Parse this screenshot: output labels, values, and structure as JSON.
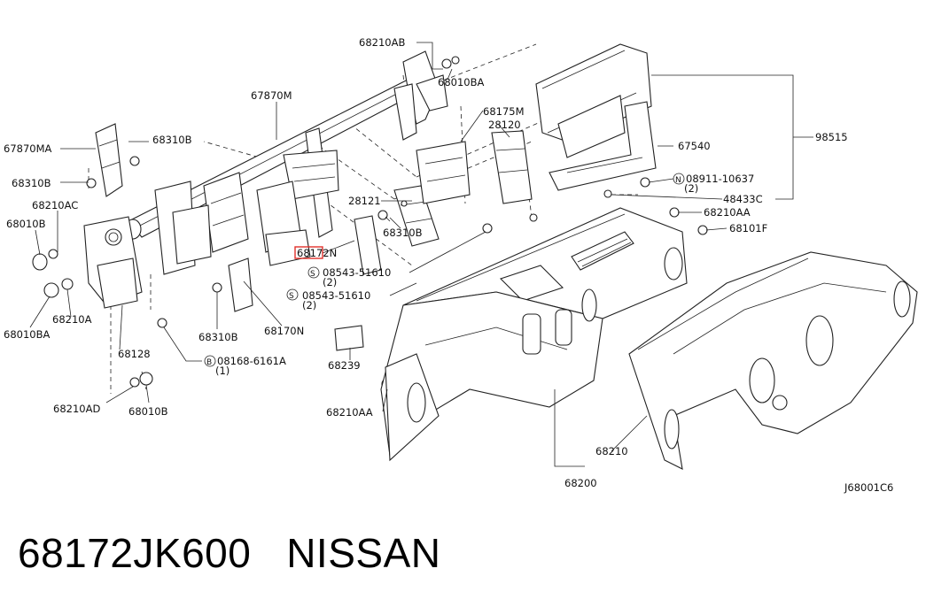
{
  "diagram": {
    "labels": {
      "p68210AB": "68210AB",
      "p68010BA_top": "68010BA",
      "p67870M": "67870M",
      "p67870MA": "67870MA",
      "p68310B_a": "68310B",
      "p68310B_b": "68310B",
      "p68210AC": "68210AC",
      "p68010B_left": "68010B",
      "p68210A": "68210A",
      "p68010BA_left": "68010BA",
      "p68128": "68128",
      "p68210AD": "68210AD",
      "p68010B_bottom": "68010B",
      "p68310B_c": "68310B",
      "p68170N": "68170N",
      "p08168": "08168-6161A",
      "p08168_qty": "(1)",
      "p68175M": "68175M",
      "p28120": "28120",
      "p28121": "28121",
      "p68310B_d": "68310B",
      "p68172N": "68172N",
      "p08543_a": "08543-51610",
      "p08543_a_qty": "(2)",
      "p08543_b": "08543-51610",
      "p08543_b_qty": "(2)",
      "p68239": "68239",
      "p68210AA_low": "68210AA",
      "p67540": "67540",
      "p98515": "98515",
      "p08911": "08911-10637",
      "p08911_qty": "(2)",
      "p48433C": "48433C",
      "p68210AA_right": "68210AA",
      "p68101F": "68101F",
      "p68210": "68210",
      "p68200": "68200",
      "code": "J68001C6"
    },
    "markers": {
      "s": "S",
      "b": "B",
      "n": "N"
    },
    "highlight_color": "#e0302a"
  },
  "footer": {
    "part_number": "68172JK600",
    "brand": "NISSAN"
  }
}
